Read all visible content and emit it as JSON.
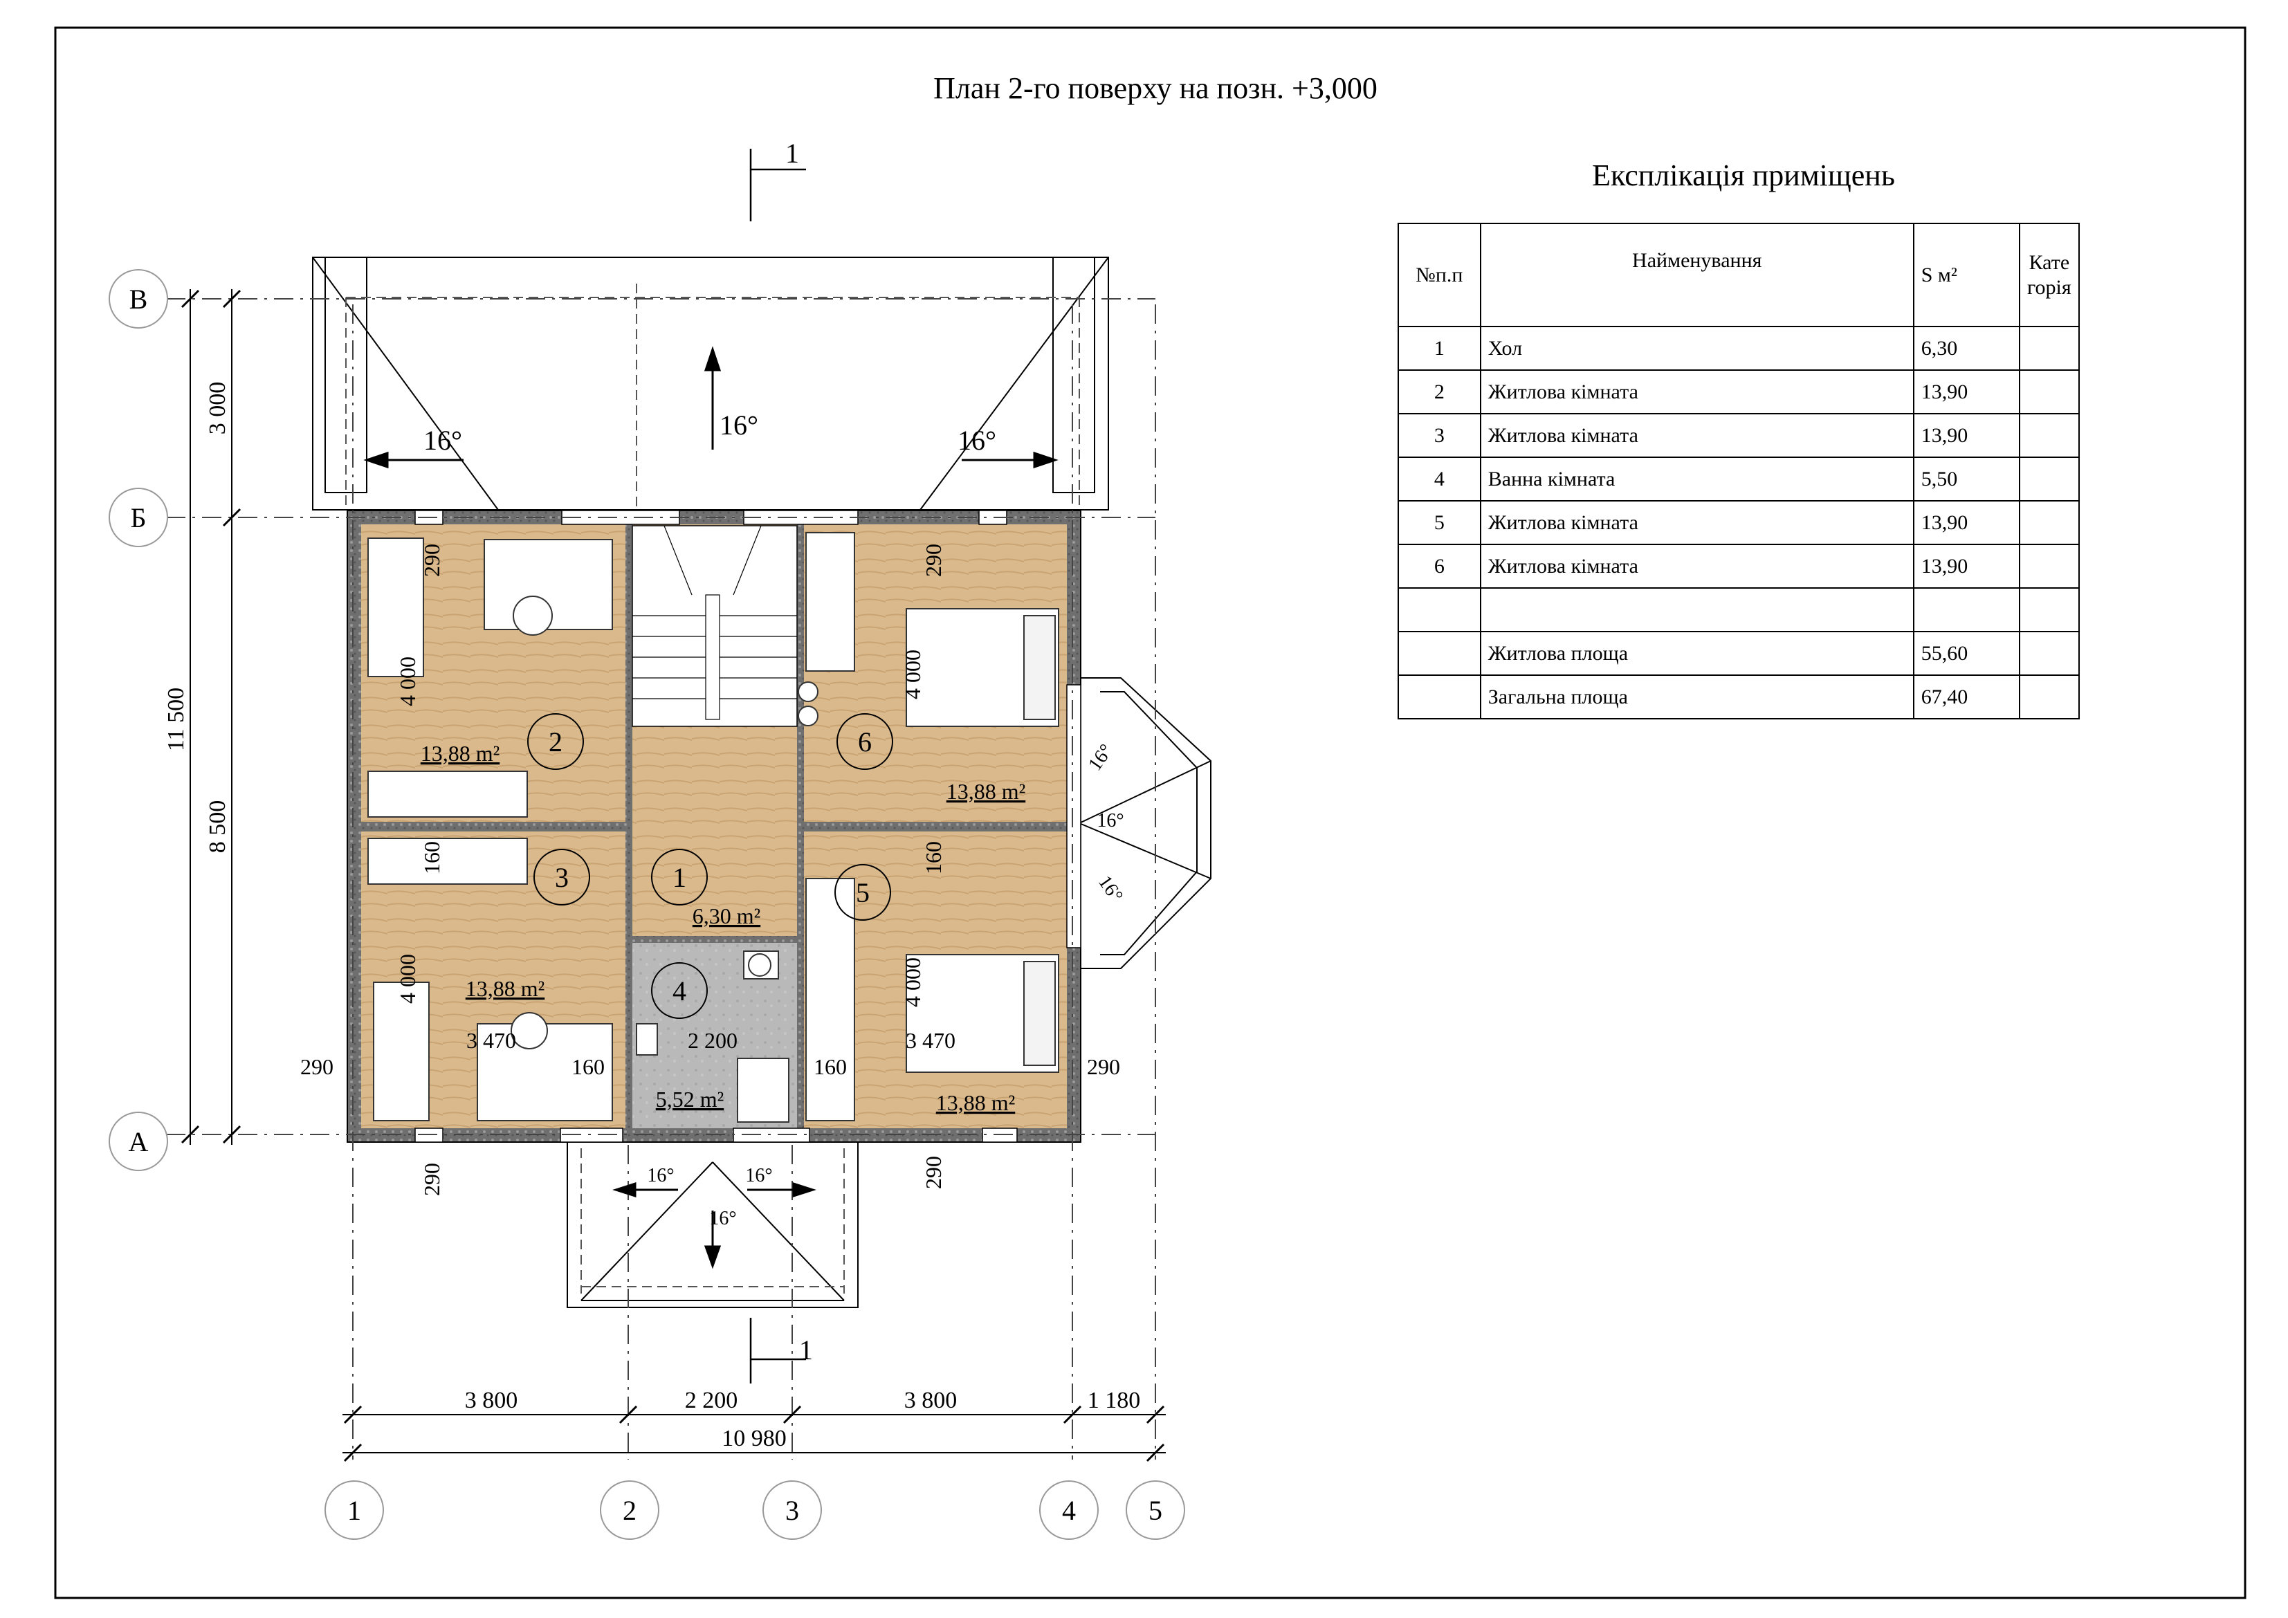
{
  "plan": {
    "title": "План 2-го поверху на позн. +3,000",
    "section_mark": "1",
    "axes_rows": [
      "В",
      "Б",
      "А"
    ],
    "axes_cols": [
      "1",
      "2",
      "3",
      "4",
      "5"
    ],
    "dims_bottom": [
      "3 800",
      "2 200",
      "3 800",
      "1 180"
    ],
    "dim_total_bottom": "10 980",
    "dims_left": [
      "3 000",
      "8 500"
    ],
    "dim_total_left": "11 500",
    "room_areas": [
      "13,88 m²",
      "13,88 m²",
      "13,88 m²",
      "13,88 m²",
      "6,30 m²",
      "5,52 m²"
    ],
    "room_numbers": [
      "1",
      "2",
      "3",
      "4",
      "5",
      "6"
    ],
    "inner_dims": {
      "wall_290": "290",
      "wall_160": "160",
      "room_len": "4 000",
      "room_w": "3 470",
      "bath_w": "2 200"
    },
    "roof_slope": "16°"
  },
  "explication": {
    "title": "Експлікація приміщень",
    "headers": {
      "no": "№п.п",
      "name": "Найменування",
      "area": "S м²",
      "cat_1": "Кате",
      "cat_2": "горія"
    },
    "rows": [
      {
        "no": "1",
        "name": "Хол",
        "area": "6,30",
        "cat": ""
      },
      {
        "no": "2",
        "name": "Житлова кімната",
        "area": "13,90",
        "cat": ""
      },
      {
        "no": "3",
        "name": "Житлова кімната",
        "area": "13,90",
        "cat": ""
      },
      {
        "no": "4",
        "name": "Ванна кімната",
        "area": "5,50",
        "cat": ""
      },
      {
        "no": "5",
        "name": "Житлова кімната",
        "area": "13,90",
        "cat": ""
      },
      {
        "no": "6",
        "name": "Житлова кімната",
        "area": "13,90",
        "cat": ""
      },
      {
        "no": "",
        "name": "",
        "area": "",
        "cat": ""
      },
      {
        "no": "",
        "name": "Житлова площа",
        "area": "55,60",
        "cat": ""
      },
      {
        "no": "",
        "name": "Загальна площа",
        "area": "67,40",
        "cat": ""
      }
    ]
  },
  "colors": {
    "wood_floor": "#d9b88a",
    "tile_floor": "#b5b5b5",
    "wall": "#7a7a7a",
    "line": "#000000"
  }
}
